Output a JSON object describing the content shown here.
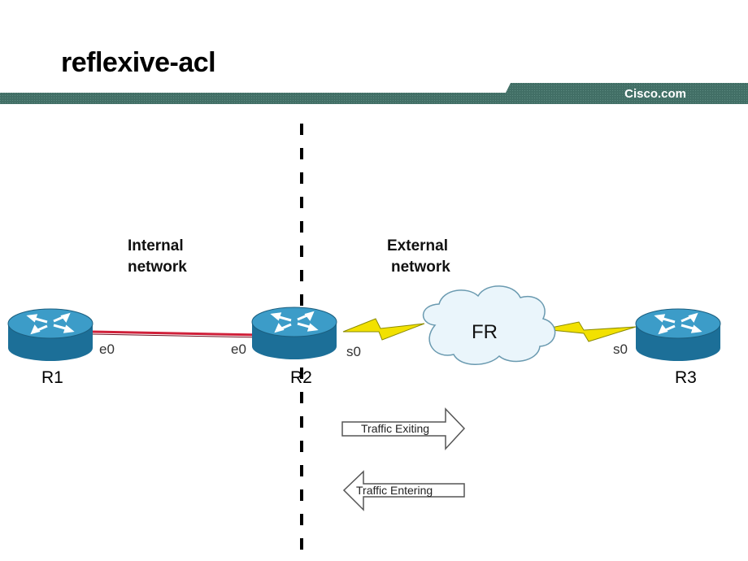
{
  "slide": {
    "title": "reflexive-acl",
    "brand": "Cisco.com"
  },
  "zones": {
    "internal": [
      "Internal",
      "network"
    ],
    "external": [
      "External",
      "network"
    ]
  },
  "routers": {
    "r1": {
      "name": "R1",
      "port": "e0"
    },
    "r2": {
      "name": "R2",
      "port_left": "e0",
      "port_right": "s0"
    },
    "r3": {
      "name": "R3",
      "port": "s0"
    }
  },
  "cloud": {
    "label": "FR"
  },
  "flows": {
    "exiting": "Traffic Exiting",
    "entering": "Traffic Entering"
  },
  "colors": {
    "bar": "#3f6f66",
    "router_top": "#3c9cc8",
    "router_side": "#1c6f98",
    "lan_link": "#d0203a",
    "serial_bolt": "#f2e100",
    "cloud_fill": "#eaf5fb",
    "cloud_stroke": "#6a9ab0"
  }
}
